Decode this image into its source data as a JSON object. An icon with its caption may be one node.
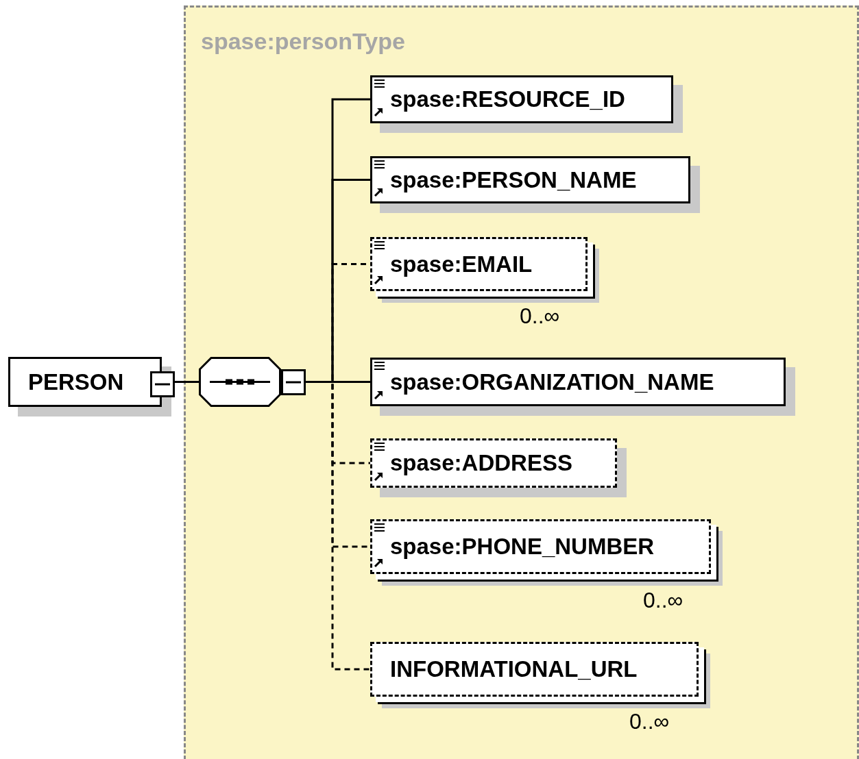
{
  "diagram": {
    "nodes": [
      {
        "text": [
          "spase:personType"
        ]
      },
      {
        "text": [
          "PERSON"
        ]
      },
      {
        "text": [],
        "shape": "octagon",
        "in": 0
      },
      {
        "text": [
          "spase:RESOURCE_ID"
        ],
        "in": 0
      },
      {
        "text": [
          "spase:PERSON_NAME"
        ],
        "in": 0
      },
      {
        "text": [
          "spase:EMAIL"
        ],
        "in": 0,
        "beside": [
          "0..∞"
        ]
      },
      {
        "text": [
          "spase:ORGANIZATION_NAME"
        ],
        "in": 0
      },
      {
        "text": [
          "spase:ADDRESS"
        ],
        "in": 0
      },
      {
        "text": [
          "spase:PHONE_NUMBER"
        ],
        "in": 0,
        "beside": [
          "0..∞"
        ]
      },
      {
        "text": [
          "INFORMATIONAL_URL"
        ],
        "in": 0,
        "beside": [
          "0..∞"
        ]
      }
    ],
    "edges": [
      {
        "from": 1,
        "to": 2,
        "arrow": "none"
      },
      {
        "from": 2,
        "to": 3,
        "arrow": "none"
      },
      {
        "from": 2,
        "to": 4,
        "arrow": "none"
      },
      {
        "from": 2,
        "to": 5,
        "arrow": "none",
        "style": "dashed"
      },
      {
        "from": 2,
        "to": 6,
        "arrow": "none"
      },
      {
        "from": 2,
        "to": 7,
        "arrow": "none",
        "style": "dashed"
      },
      {
        "from": 2,
        "to": 8,
        "arrow": "none",
        "style": "dashed"
      },
      {
        "from": 2,
        "to": 9,
        "arrow": "none",
        "style": "dashed"
      }
    ]
  }
}
